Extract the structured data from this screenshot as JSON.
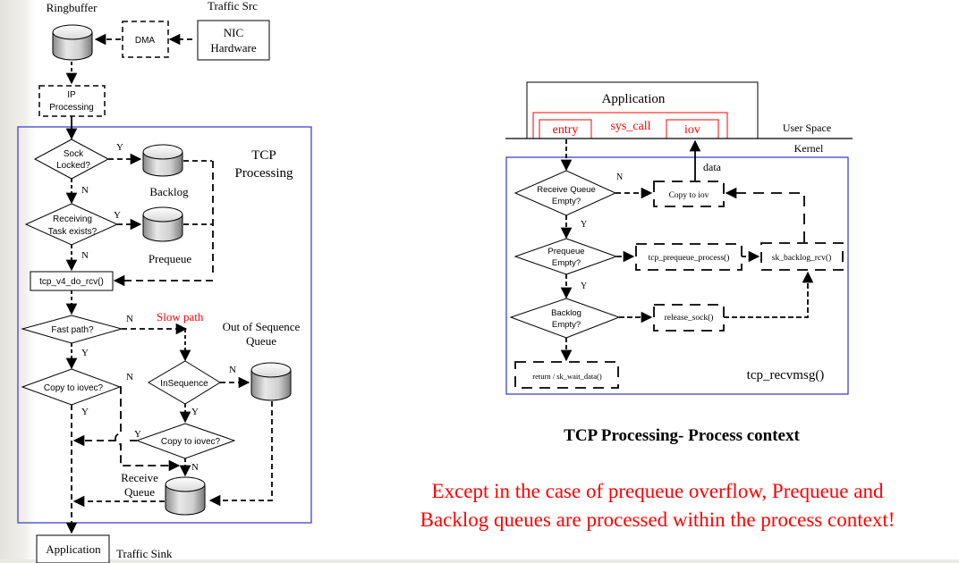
{
  "left_diagram": {
    "ringbuffer_label": "Ringbuffer",
    "traffic_src_label": "Traffic Src",
    "dma_label": "DMA",
    "nic_label_line1": "NIC",
    "nic_label_line2": "Hardware",
    "ip_label_line1": "IP",
    "ip_label_line2": "Processing",
    "tcp_title_line1": "TCP",
    "tcp_title_line2": "Processing",
    "sock_locked_line1": "Sock",
    "sock_locked_line2": "Locked?",
    "backlog_label": "Backlog",
    "receiving_line1": "Receiving",
    "receiving_line2": "Task exists?",
    "prequeue_label": "Prequeue",
    "tcp_v4_do_rcv": "tcp_v4_do_rcv()",
    "fast_path": "Fast path?",
    "slow_path": "Slow path",
    "ooo_line1": "Out of Sequence",
    "ooo_line2": "Queue",
    "copy_to_iovec_1": "Copy to iovec?",
    "in_sequence": "InSequence",
    "copy_to_iovec_2": "Copy to iovec?",
    "receive_queue_line1": "Receive",
    "receive_queue_line2": "Queue",
    "application_label": "Application",
    "traffic_sink_label": "Traffic Sink",
    "yes": "Y",
    "no": "N"
  },
  "right_diagram": {
    "application_label": "Application",
    "entry_label": "entry",
    "sys_call_label": "sys_call",
    "iov_label": "iov",
    "user_space_label": "User Space",
    "kernel_label": "Kernel",
    "data_label": "data",
    "receive_queue_empty_line1": "Receive Queue",
    "receive_queue_empty_line2": "Empty?",
    "copy_to_iov": "Copy to iov",
    "prequeue_empty_line1": "Prequeue",
    "prequeue_empty_line2": "Empty?",
    "tcp_prequeue_process": "tcp_prequeue_process()",
    "sk_backlog_rcv": "sk_backlog_rcv()",
    "backlog_empty_line1": "Backlog",
    "backlog_empty_line2": "Empty?",
    "release_sock": "release_sock()",
    "return_wait": "return / sk_wait_data()",
    "tcp_recvmsg": "tcp_recvmsg()",
    "yes": "Y",
    "no": "N"
  },
  "caption": {
    "title": "TCP Processing- Process context",
    "note_line1": "Except in the case of prequeue overflow, Prequeue and",
    "note_line2": "Backlog queues are processed within the process context!"
  },
  "colors": {
    "frame_blue": "#3333cc",
    "accent_red": "#ff0000",
    "line": "#000000"
  }
}
